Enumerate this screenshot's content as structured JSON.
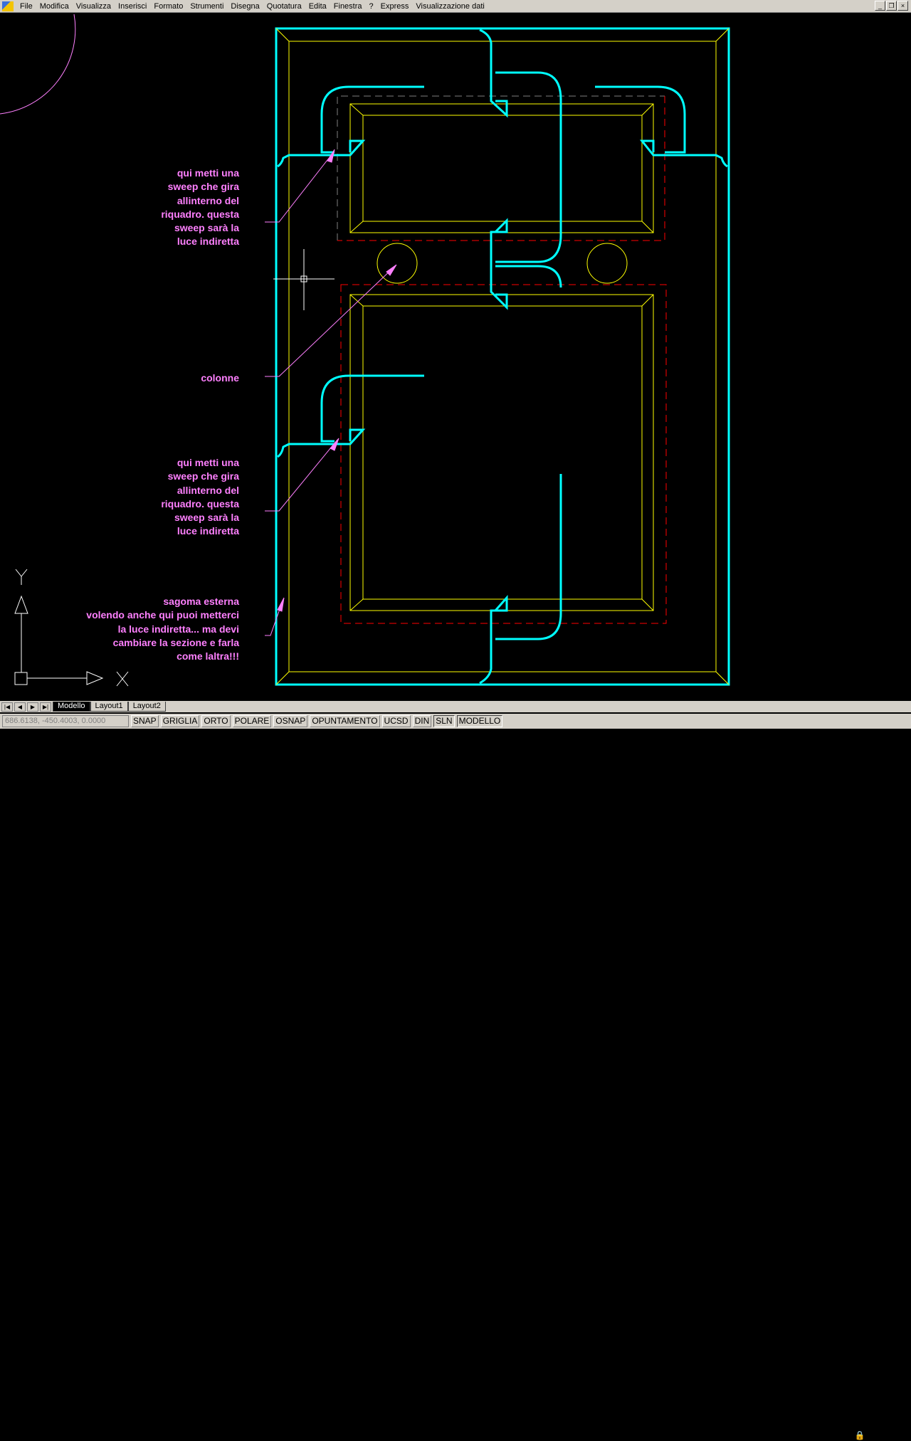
{
  "menu": [
    "File",
    "Modifica",
    "Visualizza",
    "Inserisci",
    "Formato",
    "Strumenti",
    "Disegna",
    "Quotatura",
    "Edita",
    "Finestra",
    "?",
    "Express",
    "Visualizzazione dati"
  ],
  "window_buttons": [
    "_",
    "❐",
    "×"
  ],
  "annotations": {
    "sweep_top": "qui metti una\nsweep che gira\nallinterno del\nriquadro. questa\nsweep sarà la\nluce indiretta",
    "colonne": "colonne",
    "sweep_bottom": "qui metti una\nsweep che gira\nallinterno del\nriquadro. questa\nsweep sarà la\nluce indiretta",
    "sagoma": "sagoma esterna\nvolendo anche qui puoi metterci\nla luce indiretta... ma devi\ncambiare la sezione e farla\ncome laltra!!!"
  },
  "ucs": {
    "x_label": "X",
    "y_label": "Y"
  },
  "tabs": [
    "Modello",
    "Layout1",
    "Layout2"
  ],
  "tab_nav": [
    "|◀",
    "◀",
    "▶",
    "▶|"
  ],
  "status": {
    "coords": "686.6138, -450.4003, 0.0000",
    "buttons": [
      "SNAP",
      "GRIGLIA",
      "ORTO",
      "POLARE",
      "OSNAP",
      "OPUNTAMENTO",
      "UCSD",
      "DIN",
      "SLN",
      "MODELLO"
    ]
  },
  "colors": {
    "cyan": "#00ffff",
    "yellow": "#ffff00",
    "red": "#ff0000",
    "magenta": "#ff80ff"
  }
}
